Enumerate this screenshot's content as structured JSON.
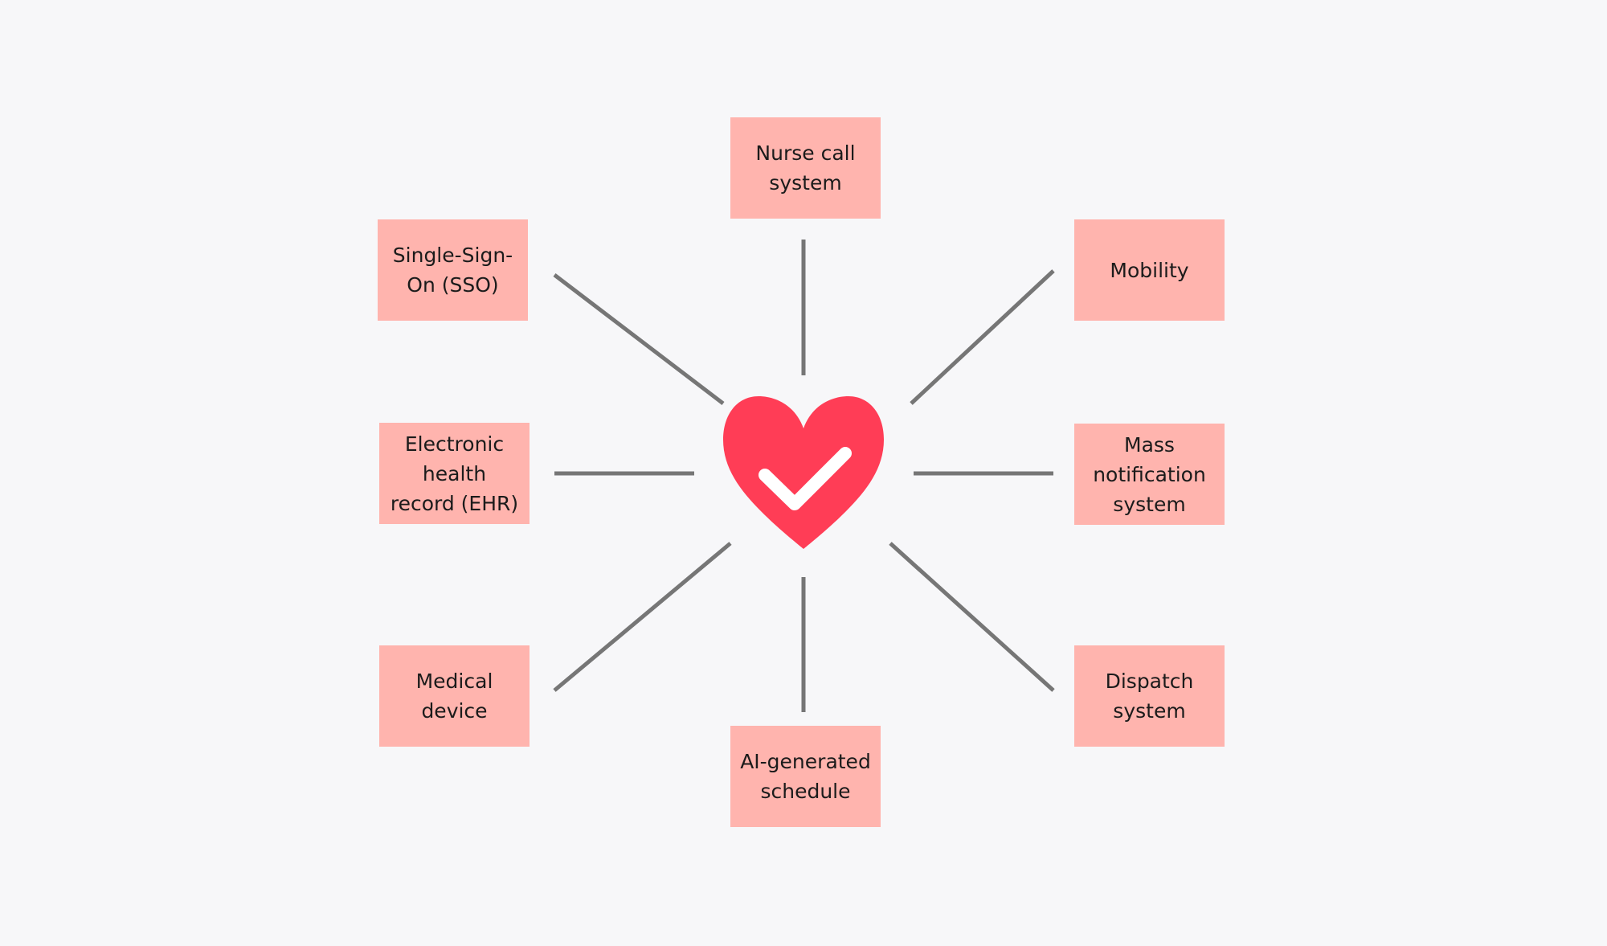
{
  "colors": {
    "background": "#f7f7f9",
    "node_fill": "#ffb4ae",
    "connector": "#767676",
    "heart": "#ff3d56",
    "check": "#ffffff"
  },
  "center": {
    "icon": "heart-check-icon"
  },
  "nodes": {
    "nurse_call": "Nurse call\nsystem",
    "sso": "Single-Sign-\nOn (SSO)",
    "mobility": "Mobility",
    "ehr": "Electronic\nhealth\nrecord (EHR)",
    "mass_notification": "Mass\nnotification\nsystem",
    "medical_device": "Medical\ndevice",
    "ai_schedule": "AI-generated\nschedule",
    "dispatch": "Dispatch\nsystem"
  }
}
